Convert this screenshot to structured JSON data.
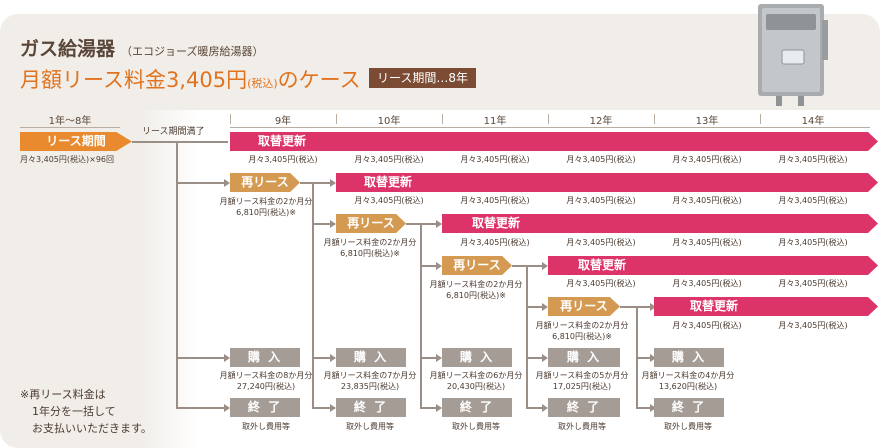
{
  "header": {
    "title": "ガス給湯器",
    "subtitle": "（エコジョーズ暖房給湯器）",
    "case_main": "月額リース料金3,405円",
    "case_tax": "(税込)",
    "case_suffix": "のケース",
    "lease_period_badge": "リース期間…8年"
  },
  "years": {
    "first": "1年〜8年",
    "y9": "9年",
    "y10": "10年",
    "y11": "11年",
    "y12": "12年",
    "y13": "13年",
    "y14": "14年"
  },
  "lease": {
    "label": "リース期間",
    "full": "リース期間満了",
    "monthly": "月々3,405円(税込)×96回"
  },
  "labels": {
    "replace": "取替更新",
    "release": "再リース",
    "purchase": "購 入",
    "end": "終 了",
    "monthly": "月々3,405円(税込)"
  },
  "release_note": {
    "line1": "月額リース料金の2か月分",
    "line2": "6,810円(税込)※"
  },
  "purchase_notes": [
    {
      "line1": "月額リース料金の8か月分",
      "line2": "27,240円(税込)"
    },
    {
      "line1": "月額リース料金の7か月分",
      "line2": "23,835円(税込)"
    },
    {
      "line1": "月額リース料金の6か月分",
      "line2": "20,430円(税込)"
    },
    {
      "line1": "月額リース料金の5か月分",
      "line2": "17,025円(税込)"
    },
    {
      "line1": "月額リース料金の4か月分",
      "line2": "13,620円(税込)"
    }
  ],
  "end_note": "取外し費用等",
  "footnote": {
    "line1": "※再リース料金は",
    "line2": "1年分を一括して",
    "line3": "お支払いいただきます。"
  },
  "colors": {
    "replace_bar": "#dc3468",
    "lease_orange": "#e98a2f",
    "release_tan": "#d59a52",
    "gray_button": "#a59c96",
    "title_orange": "#e0731e",
    "badge_brown": "#7b4b34"
  },
  "icons": {
    "product": "water-heater-icon"
  }
}
